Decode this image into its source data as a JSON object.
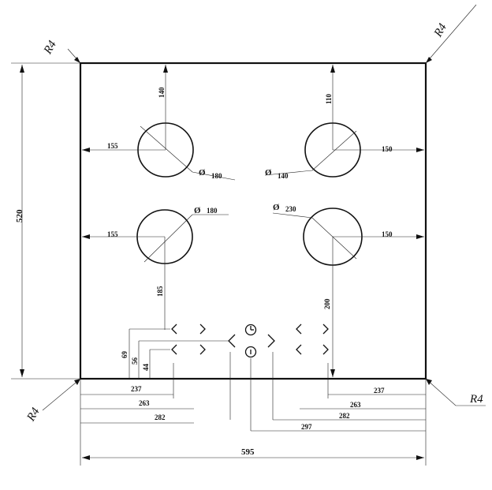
{
  "drawing": {
    "corner_radius_labels": [
      "R4",
      "R4",
      "R4",
      "R4"
    ],
    "overall_width": "595",
    "overall_height": "520",
    "burners": [
      {
        "diameter": "180",
        "offset_side": "155",
        "offset_edge": "140"
      },
      {
        "diameter": "140",
        "offset_side": "150",
        "offset_edge": "110"
      },
      {
        "diameter": "180",
        "offset_side": "155",
        "offset_edge": "185"
      },
      {
        "diameter": "230",
        "offset_side": "150",
        "offset_edge": "200"
      }
    ],
    "diameter_symbol": "Ø",
    "control_vertical": [
      "69",
      "56",
      "44"
    ],
    "control_left": [
      "237",
      "263",
      "282"
    ],
    "control_right": [
      "237",
      "263",
      "282",
      "297"
    ]
  }
}
